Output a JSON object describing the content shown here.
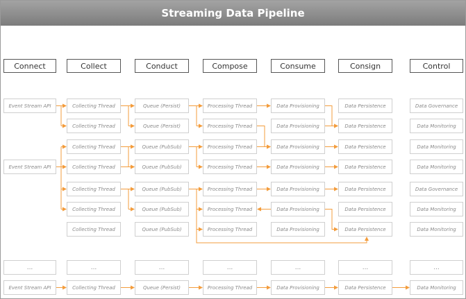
{
  "title": "Streaming Data Pipeline",
  "columns": [
    {
      "id": "connect",
      "label": "Connect"
    },
    {
      "id": "collect",
      "label": "Collect"
    },
    {
      "id": "conduct",
      "label": "Conduct"
    },
    {
      "id": "compose",
      "label": "Compose"
    },
    {
      "id": "consume",
      "label": "Consume"
    },
    {
      "id": "consign",
      "label": "Consign"
    },
    {
      "id": "control",
      "label": "Control"
    }
  ],
  "rows": [
    [
      "Event Stream API",
      "Collecting Thread",
      "Queue (Persist)",
      "Processing Thread",
      "Data Provisioning",
      "Data Persistence",
      "Data Governance"
    ],
    [
      null,
      "Collecting Thread",
      "Queue (Persist)",
      "Processing Thread",
      "Data Provisioning",
      "Data Persistence",
      "Data Monitoring"
    ],
    [
      null,
      "Collecting Thread",
      "Queue (PubSub)",
      "Processing Thread",
      "Data Provisioning",
      "Data Persistence",
      "Data Monitoring"
    ],
    [
      "Event Stream API",
      "Collecting Thread",
      "Queue (PubSub)",
      "Processing Thread",
      "Data Provisioning",
      "Data Persistence",
      "Data Monitoring"
    ],
    [
      null,
      "Collecting Thread",
      "Queue (PubSub)",
      "Processing Thread",
      "Data Provisioning",
      "Data Persistence",
      "Data Governance"
    ],
    [
      null,
      "Collecting Thread",
      "Queue (PubSub)",
      "Processing Thread",
      "Data Provisioning",
      "Data Persistence",
      "Data Monitoring"
    ],
    [
      null,
      "Collecting Thread",
      "Queue (PubSub)",
      "Processing Thread",
      "Data Provisioning",
      "Data Persistence",
      "Data Monitoring"
    ],
    [
      "...",
      "...",
      "...",
      "...",
      "...",
      "...",
      "..."
    ],
    [
      "Event Stream API",
      "Collecting Thread",
      "Queue (Persist)",
      "Processing Thread",
      "Data Provisioning",
      "Data Persistence",
      "Data Monitoring"
    ]
  ],
  "colors": {
    "arrow": "#f39c3c",
    "box_border": "#cfcfcf",
    "header_border": "#555555",
    "title_bar": "#8c8c8c"
  }
}
